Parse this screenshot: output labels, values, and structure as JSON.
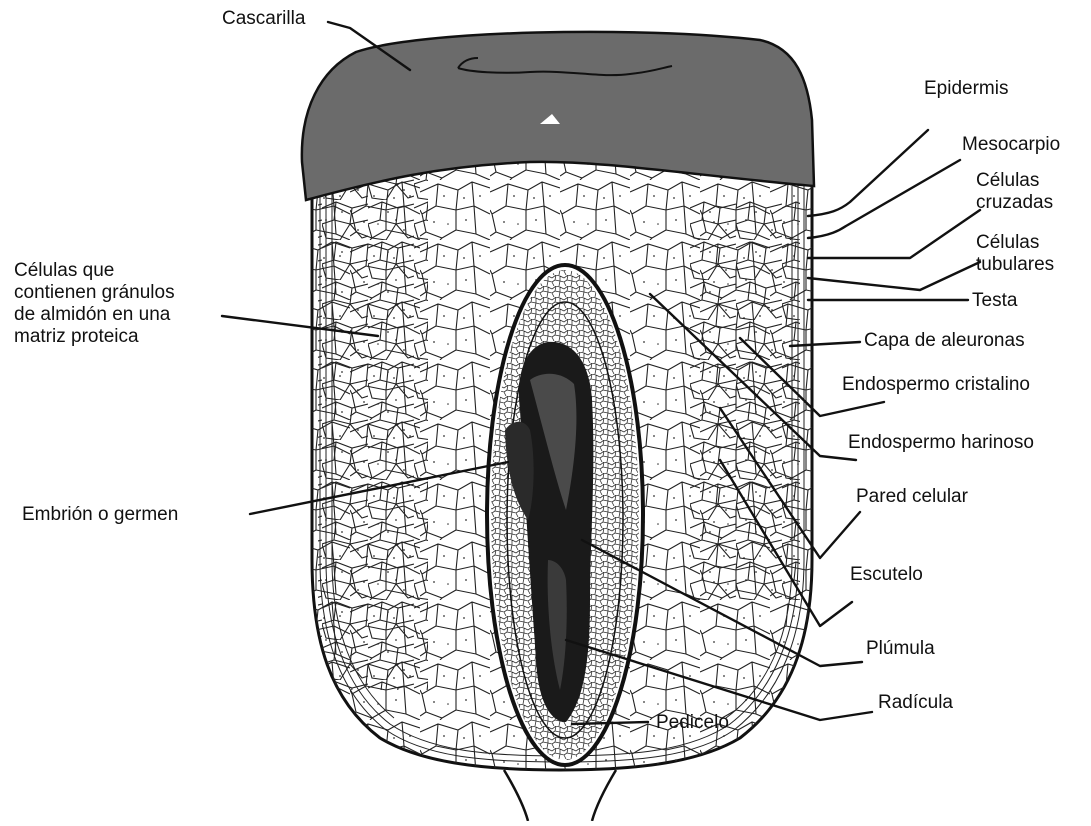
{
  "figure": {
    "labels": {
      "cascarilla": "Cascarilla",
      "epidermis": "Epidermis",
      "mesocarpio": "Mesocarpio",
      "celulas_cruzadas": "Células\ncruzadas",
      "celulas_tubulares": "Células\ntubulares",
      "testa": "Testa",
      "capa_aleuronas": "Capa de aleuronas",
      "endospermo_cristalino": "Endospermo cristalino",
      "endospermo_harinoso": "Endospermo harinoso",
      "pared_celular": "Pared celular",
      "escutelo": "Escutelo",
      "plumula": "Plúmula",
      "radicula": "Radícula",
      "pedicelo": "Pedicelo",
      "celulas_almidon": "Células que\ncontienen gránulos\nde almidón en una\nmatriz proteica",
      "embrion": "Embrión o germen"
    },
    "colors": {
      "cascarilla": "#6b6b6b",
      "kernel_fill": "#ffffff",
      "outline": "#111111",
      "embryo_dark": "#1a1a1a",
      "scutellum_mid": "#7a7a7a"
    }
  }
}
